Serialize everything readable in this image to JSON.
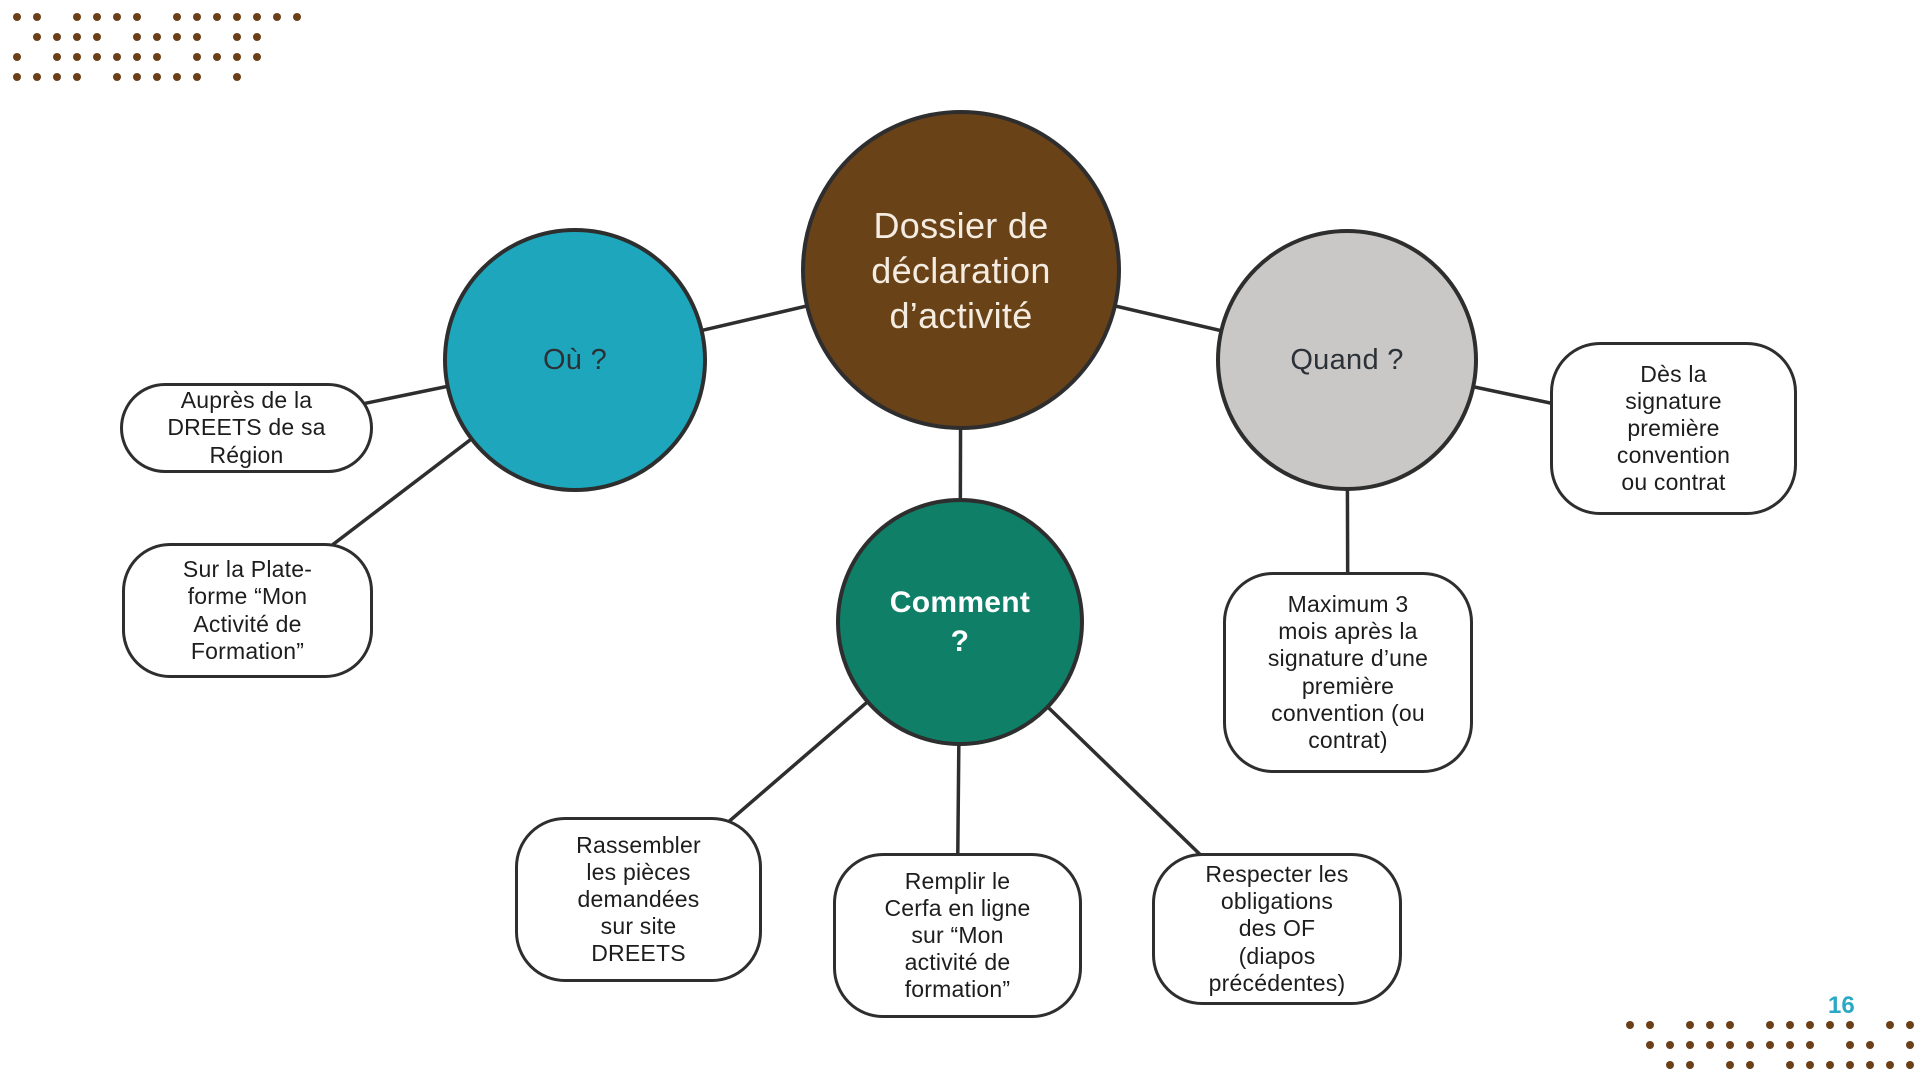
{
  "slide": {
    "background": "#ffffff",
    "page_number": "16",
    "page_number_color": "#2ba9c4"
  },
  "diagram": {
    "line_color": "#2e2e2e",
    "root": {
      "label": "Dossier de\ndéclaration\nd’activité",
      "fill": "#6a4218",
      "text_color": "#f4ece0"
    },
    "branches": {
      "ou": {
        "label": "Où ?",
        "fill": "#1ea7bc",
        "text_color": "#2b3137"
      },
      "quand": {
        "label": "Quand ?",
        "fill": "#c9c8c6",
        "text_color": "#2b3137"
      },
      "comment": {
        "label": "Comment\n?",
        "fill": "#0f7f68",
        "text_color": "#ffffff"
      }
    },
    "leaves": {
      "aupres": {
        "text": "Auprès de la\nDREETS de sa\nRégion"
      },
      "plateforme": {
        "text": "Sur la Plate-\nforme “Mon\nActivité de\nFormation”"
      },
      "des": {
        "text": "Dès la\nsignature\npremière\nconvention\nou contrat"
      },
      "maximum": {
        "text": "Maximum 3\nmois après la\nsignature d’une\npremière\nconvention (ou\ncontrat)"
      },
      "rassembler": {
        "text": "Rassembler\nles pièces\ndemandées\nsur site\nDREETS"
      },
      "remplir": {
        "text": "Remplir le\nCerfa en ligne\nsur “Mon\nactivité de\nformation”"
      },
      "respecter": {
        "text": "Respecter les\nobligations\ndes OF\n(diapos\nprécédentes)"
      }
    }
  },
  "decorations": {
    "dot_color": "#6b4019",
    "top_left": {
      "pitch": 20,
      "size": 8,
      "rows": [
        [
          1,
          1,
          0,
          1,
          1,
          1,
          1,
          0,
          1,
          1,
          1,
          1,
          1,
          1,
          1
        ],
        [
          0,
          1,
          1,
          1,
          1,
          0,
          1,
          1,
          1,
          1,
          0,
          1,
          1,
          0,
          0
        ],
        [
          1,
          0,
          1,
          1,
          1,
          1,
          1,
          1,
          0,
          1,
          1,
          1,
          1,
          0,
          0
        ],
        [
          1,
          1,
          1,
          1,
          0,
          1,
          1,
          1,
          1,
          1,
          0,
          1,
          0,
          0,
          0
        ]
      ]
    },
    "bottom_right": {
      "pitch": 20,
      "size": 8,
      "rows": [
        [
          1,
          1,
          0,
          1,
          1,
          1,
          0,
          1,
          1,
          1,
          1,
          1,
          0,
          1,
          1
        ],
        [
          0,
          1,
          1,
          1,
          1,
          1,
          1,
          1,
          1,
          1,
          0,
          1,
          1,
          0,
          1
        ],
        [
          0,
          0,
          1,
          1,
          0,
          1,
          1,
          0,
          1,
          1,
          1,
          1,
          1,
          1,
          1
        ]
      ]
    }
  }
}
